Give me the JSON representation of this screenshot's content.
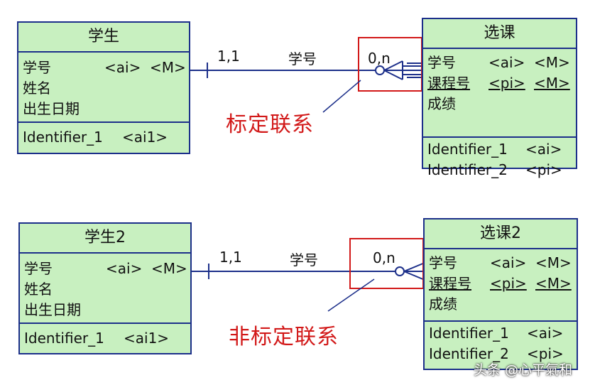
{
  "top": {
    "parent": {
      "title": "学生",
      "attributes": [
        {
          "name": "学号",
          "c1": "<ai>",
          "c2": "<M>"
        },
        {
          "name": "姓名",
          "c1": "",
          "c2": ""
        },
        {
          "name": "出生日期",
          "c1": "",
          "c2": ""
        }
      ],
      "identifiers": [
        {
          "name": "Identifier_1",
          "tag": "<ai1>"
        }
      ]
    },
    "child": {
      "title": "选课",
      "attributes": [
        {
          "name": "学号",
          "c1": "<ai>",
          "c2": "<M>"
        },
        {
          "name": "课程号",
          "c1": "<pi>",
          "c2": "<M>"
        },
        {
          "name": "成绩",
          "c1": "",
          "c2": ""
        }
      ],
      "identifiers": [
        {
          "name": "Identifier_1",
          "tag": "<ai>"
        },
        {
          "name": "Identifier_2",
          "tag": "<pi>"
        }
      ]
    },
    "relationship": {
      "cardinality_left": "1,1",
      "role": "学号",
      "cardinality_right": "0,n"
    },
    "annotation": "标定联系"
  },
  "bottom": {
    "parent": {
      "title": "学生2",
      "attributes": [
        {
          "name": "学号",
          "c1": "<ai>",
          "c2": "<M>"
        },
        {
          "name": "姓名",
          "c1": "",
          "c2": ""
        },
        {
          "name": "出生日期",
          "c1": "",
          "c2": ""
        }
      ],
      "identifiers": [
        {
          "name": "Identifier_1",
          "tag": "<ai1>"
        }
      ]
    },
    "child": {
      "title": "选课2",
      "attributes": [
        {
          "name": "学号",
          "c1": "<ai>",
          "c2": "<M>"
        },
        {
          "name": "课程号",
          "c1": "<pi>",
          "c2": "<M>"
        },
        {
          "name": "成绩",
          "c1": "",
          "c2": ""
        }
      ],
      "identifiers": [
        {
          "name": "Identifier_1",
          "tag": "<ai>"
        },
        {
          "name": "Identifier_2",
          "tag": "<pi>"
        }
      ]
    },
    "relationship": {
      "cardinality_left": "1,1",
      "role": "学号",
      "cardinality_right": "0,n"
    },
    "annotation": "非标定联系"
  },
  "watermark": "头条 @心平氣和",
  "colors": {
    "entity_fill": "#c8f0c0",
    "entity_border": "#1c2f8a",
    "annotation": "#d21919"
  }
}
